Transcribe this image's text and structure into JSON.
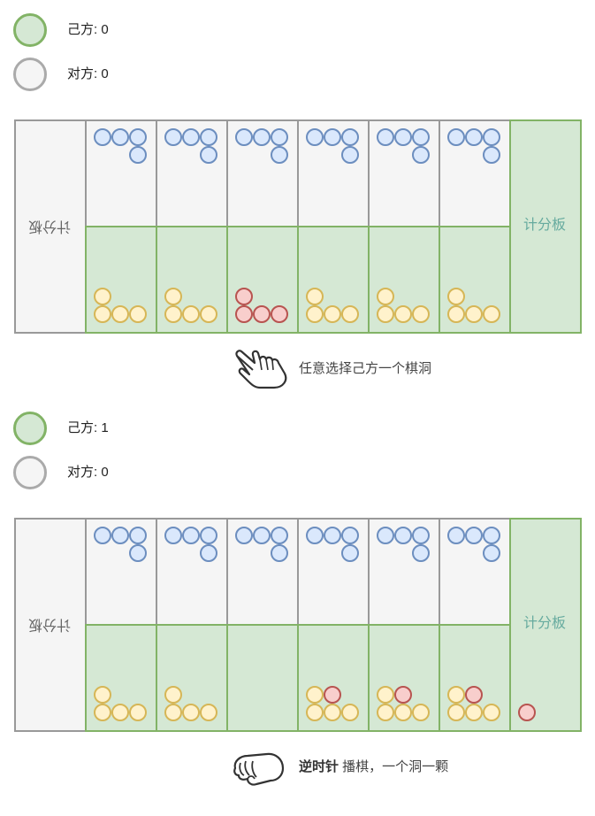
{
  "steps": [
    {
      "legend": {
        "own_label": "己方: 0",
        "opponent_label": "对方: 0"
      },
      "board": {
        "opponent_store_label": "计分板",
        "own_store_label": "计分板",
        "opponent_pits": [
          {
            "blue": 4
          },
          {
            "blue": 4
          },
          {
            "blue": 4
          },
          {
            "blue": 4
          },
          {
            "blue": 4
          },
          {
            "blue": 4
          }
        ],
        "own_pits": [
          {
            "yellow": 4,
            "red": 0
          },
          {
            "yellow": 4,
            "red": 0
          },
          {
            "yellow": 0,
            "red": 4
          },
          {
            "yellow": 4,
            "red": 0
          },
          {
            "yellow": 4,
            "red": 0
          },
          {
            "yellow": 4,
            "red": 0
          }
        ],
        "own_store": {
          "red": 0
        }
      },
      "caption": {
        "icon": "pointing-hand-icon",
        "bold": "",
        "text": "任意选择己方一个棋洞"
      }
    },
    {
      "legend": {
        "own_label": "己方: 1",
        "opponent_label": "对方: 0"
      },
      "board": {
        "opponent_store_label": "计分板",
        "own_store_label": "计分板",
        "opponent_pits": [
          {
            "blue": 4
          },
          {
            "blue": 4
          },
          {
            "blue": 4
          },
          {
            "blue": 4
          },
          {
            "blue": 4
          },
          {
            "blue": 4
          }
        ],
        "own_pits": [
          {
            "yellow": 4,
            "red": 0
          },
          {
            "yellow": 4,
            "red": 0
          },
          {
            "yellow": 0,
            "red": 0
          },
          {
            "yellow": 4,
            "red": 1
          },
          {
            "yellow": 4,
            "red": 1
          },
          {
            "yellow": 4,
            "red": 1
          }
        ],
        "own_store": {
          "red": 1
        }
      },
      "caption": {
        "icon": "grabbing-hand-icon",
        "bold": "逆时针",
        "text": " 播棋，一个洞一颗"
      }
    }
  ],
  "colors": {
    "own_fill": "#d5e8d4",
    "own_stroke": "#82b366",
    "neutral_fill": "#f5f5f5",
    "neutral_stroke": "#999999",
    "blue_stone": "#dae8fc",
    "yellow_stone": "#fff2cc",
    "red_stone": "#f8cecc",
    "store_label_color": "#67AB9F"
  }
}
